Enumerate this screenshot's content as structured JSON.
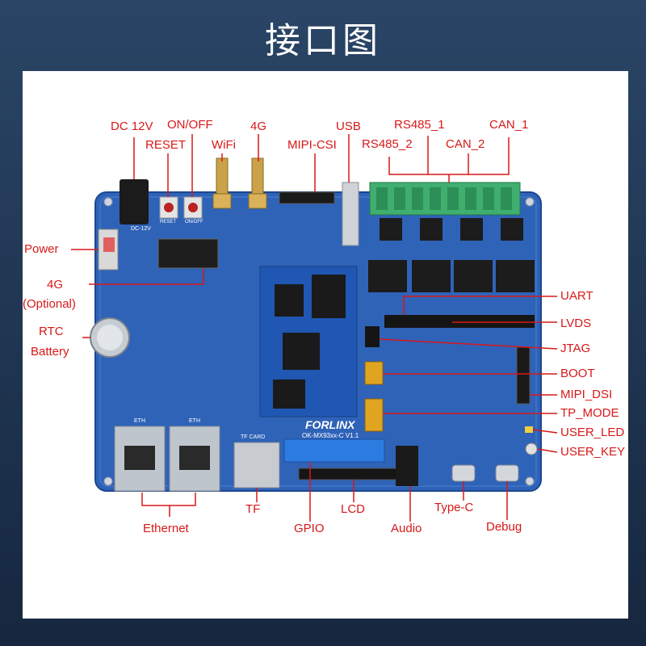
{
  "title": "接口图",
  "labels": {
    "dc12v": "DC 12V",
    "onoff": "ON/OFF",
    "g4_top": "4G",
    "usb": "USB",
    "rs485_1": "RS485_1",
    "can_1": "CAN_1",
    "reset": "RESET",
    "wifi": "WiFi",
    "mipi_csi": "MIPI-CSI",
    "rs485_2": "RS485_2",
    "can_2": "CAN_2",
    "power": "Power",
    "g4_opt": "4G",
    "optional": "(Optional)",
    "rtc": "RTC",
    "battery": "Battery",
    "uart": "UART",
    "lvds": "LVDS",
    "jtag": "JTAG",
    "boot": "BOOT",
    "mipi_dsi": "MIPI_DSI",
    "tp_mode": "TP_MODE",
    "user_led": "USER_LED",
    "user_key": "USER_KEY",
    "ethernet": "Ethernet",
    "tf": "TF",
    "gpio": "GPIO",
    "lcd": "LCD",
    "audio": "Audio",
    "type_c": "Type-C",
    "debug": "Debug"
  },
  "board": {
    "brand": "FORLINX",
    "model": "OK-MX93xx-C V1.1",
    "silk_eth": "ETH",
    "silk_tfcard": "TF CARD",
    "silk_dc12v": "DC-12V",
    "silk_reset": "RESET",
    "silk_onoff": "ON/OFF"
  },
  "colors": {
    "label_red": "#d81818",
    "board_blue": "#2f63b8",
    "leader_line": "#d81818"
  }
}
